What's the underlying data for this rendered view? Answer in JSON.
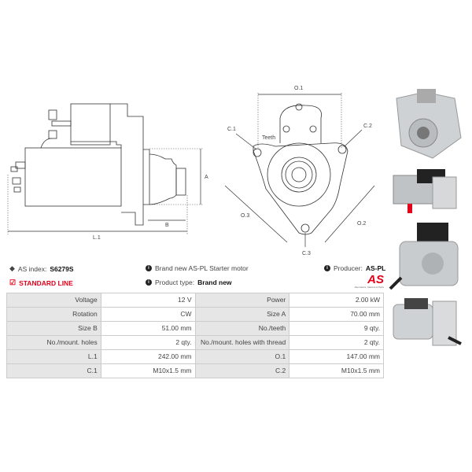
{
  "drawing": {
    "labels": {
      "a": "A",
      "b": "B",
      "l1": "L.1",
      "o1": "O.1",
      "o2": "O.2",
      "o3": "O.3",
      "c1": "C.1",
      "c2": "C.2",
      "c3": "C.3",
      "teeth": "Teeth"
    }
  },
  "info": {
    "as_index_label": "AS index:",
    "as_index_value": "S6279S",
    "standard_line": "STANDARD LINE",
    "description": "Brand new AS-PL Starter motor",
    "product_type_label": "Product type:",
    "product_type_value": "Brand new",
    "producer_label": "Producer:",
    "producer_value": "AS-PL",
    "logo_text": "AS",
    "logo_tagline": "Alternators, Starters & Parts"
  },
  "colors": {
    "accent": "#e2001a",
    "header_cell": "#e6e6e6"
  },
  "specs": [
    {
      "k1": "Voltage",
      "v1": "12 V",
      "k2": "Power",
      "v2": "2.00 kW"
    },
    {
      "k1": "Rotation",
      "v1": "CW",
      "k2": "Size A",
      "v2": "70.00 mm"
    },
    {
      "k1": "Size B",
      "v1": "51.00 mm",
      "k2": "No./teeth",
      "v2": "9 qty."
    },
    {
      "k1": "No./mount. holes",
      "v1": "2 qty.",
      "k2": "No./mount. holes with thread",
      "v2": "2 qty."
    },
    {
      "k1": "L.1",
      "v1": "242.00 mm",
      "k2": "O.1",
      "v2": "147.00 mm"
    },
    {
      "k1": "C.1",
      "v1": "M10x1.5 mm",
      "k2": "C.2",
      "v2": "M10x1.5 mm"
    }
  ]
}
